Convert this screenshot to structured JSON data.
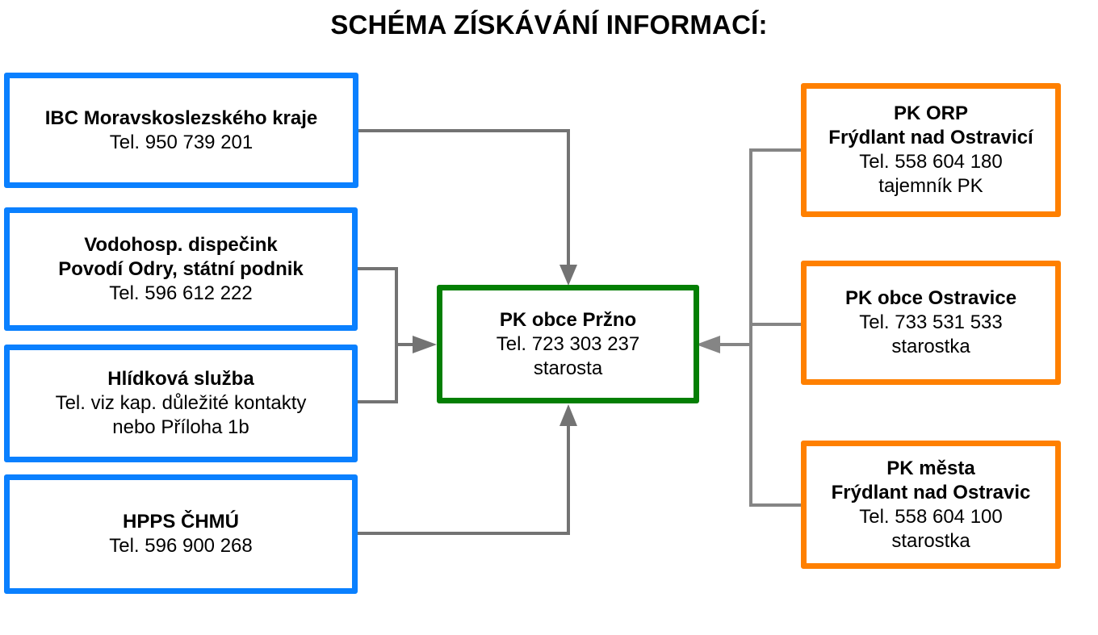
{
  "title": "SCHÉMA ZÍSKÁVÁNÍ INFORMACÍ:",
  "colors": {
    "source_border": "#0a80ff",
    "center_border": "#047f04",
    "right_border": "#ff8000",
    "connector": "#737373"
  },
  "left_boxes": [
    {
      "lines": [
        {
          "text": "IBC Moravskoslezského kraje",
          "bold": true
        },
        {
          "text": "Tel. 950 739 201",
          "bold": false
        }
      ]
    },
    {
      "lines": [
        {
          "text": "Vodohosp. dispečink",
          "bold": true
        },
        {
          "text": "Povodí Odry, státní podnik",
          "bold": true
        },
        {
          "text": "Tel.  596 612 222",
          "bold": false
        }
      ]
    },
    {
      "lines": [
        {
          "text": "Hlídková služba",
          "bold": true
        },
        {
          "text": "Tel. viz kap. důležité kontakty",
          "bold": false
        },
        {
          "text": "nebo Příloha 1b",
          "bold": false
        }
      ]
    },
    {
      "lines": [
        {
          "text": "HPPS ČHMÚ",
          "bold": true
        },
        {
          "text": "Tel. 596 900 268",
          "bold": false
        }
      ]
    }
  ],
  "center_box": {
    "lines": [
      {
        "text": "PK obce Pržno",
        "bold": true
      },
      {
        "text": "Tel. 723 303 237",
        "bold": false
      },
      {
        "text": "starosta",
        "bold": false
      }
    ]
  },
  "right_boxes": [
    {
      "lines": [
        {
          "text": "PK ORP",
          "bold": true
        },
        {
          "text": "Frýdlant nad Ostravicí",
          "bold": true
        },
        {
          "text": "Tel. 558 604 180",
          "bold": false
        },
        {
          "text": "tajemník PK",
          "bold": false
        }
      ]
    },
    {
      "lines": [
        {
          "text": "PK obce Ostravice",
          "bold": true
        },
        {
          "text": "Tel. 733 531 533",
          "bold": false
        },
        {
          "text": "starostka",
          "bold": false
        }
      ]
    },
    {
      "lines": [
        {
          "text": "PK města",
          "bold": true
        },
        {
          "text": "Frýdlant nad Ostravic",
          "bold": true
        },
        {
          "text": "Tel.  558 604 100",
          "bold": false
        },
        {
          "text": "starostka",
          "bold": false
        }
      ]
    }
  ]
}
